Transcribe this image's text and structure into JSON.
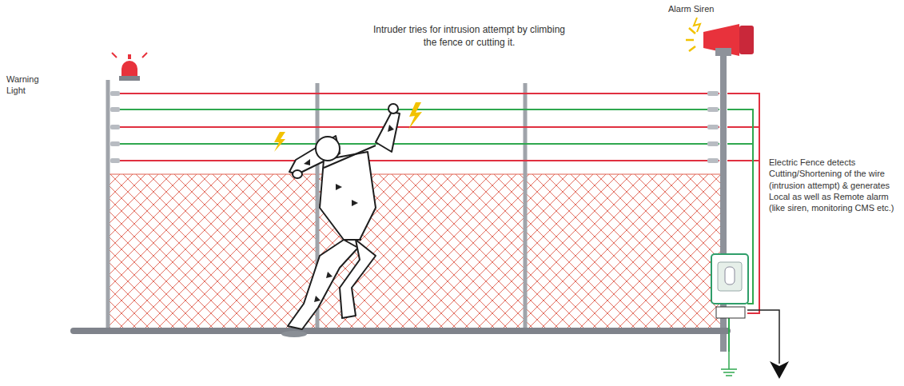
{
  "diagram": {
    "labels": [
      "Warning Light",
      "Alarm Siren",
      "Intruder tries for intrusion attempt by climbing the fence or cutting it.",
      "Electric Fence detects Cutting/Shortening of the wire (intrusion attempt) & generates Local as well as Remote alarm (like siren, monitoring CMS etc.)"
    ]
  }
}
